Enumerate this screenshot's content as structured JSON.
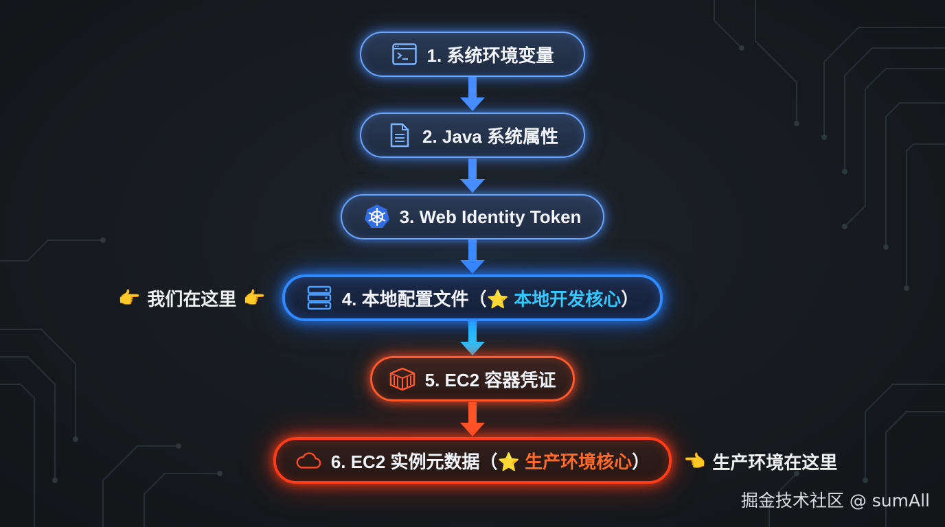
{
  "steps": [
    {
      "label": "1. 系统环境变量",
      "icon": "terminal-icon"
    },
    {
      "label": "2. Java 系统属性",
      "icon": "document-icon"
    },
    {
      "label": "3. Web Identity Token",
      "icon": "kubernetes-wheel-icon"
    },
    {
      "label": "4. 本地配置文件（",
      "star": "⭐",
      "highlight": "本地开发核心",
      "close": "）",
      "icon": "server-stack-icon"
    },
    {
      "label": "5. EC2 容器凭证",
      "icon": "container-icon"
    },
    {
      "label": "6. EC2 实例元数据（",
      "star": "⭐",
      "highlight": "生产环境核心",
      "close": "）",
      "icon": "cloud-icon"
    }
  ],
  "annotations": {
    "left": {
      "hand_left": "👉",
      "text": "我们在这里",
      "hand_right": "👉"
    },
    "right": {
      "hand": "👈",
      "text": "生产环境在这里"
    }
  },
  "watermark": "掘金技术社区 @ sumAll",
  "colors": {
    "blue": "#6aa6ff",
    "blue_strong": "#2f8bff",
    "cyan": "#34c8ff",
    "red": "#ff5a2e",
    "orange": "#ff6a2a",
    "star": "#ffc83a"
  }
}
